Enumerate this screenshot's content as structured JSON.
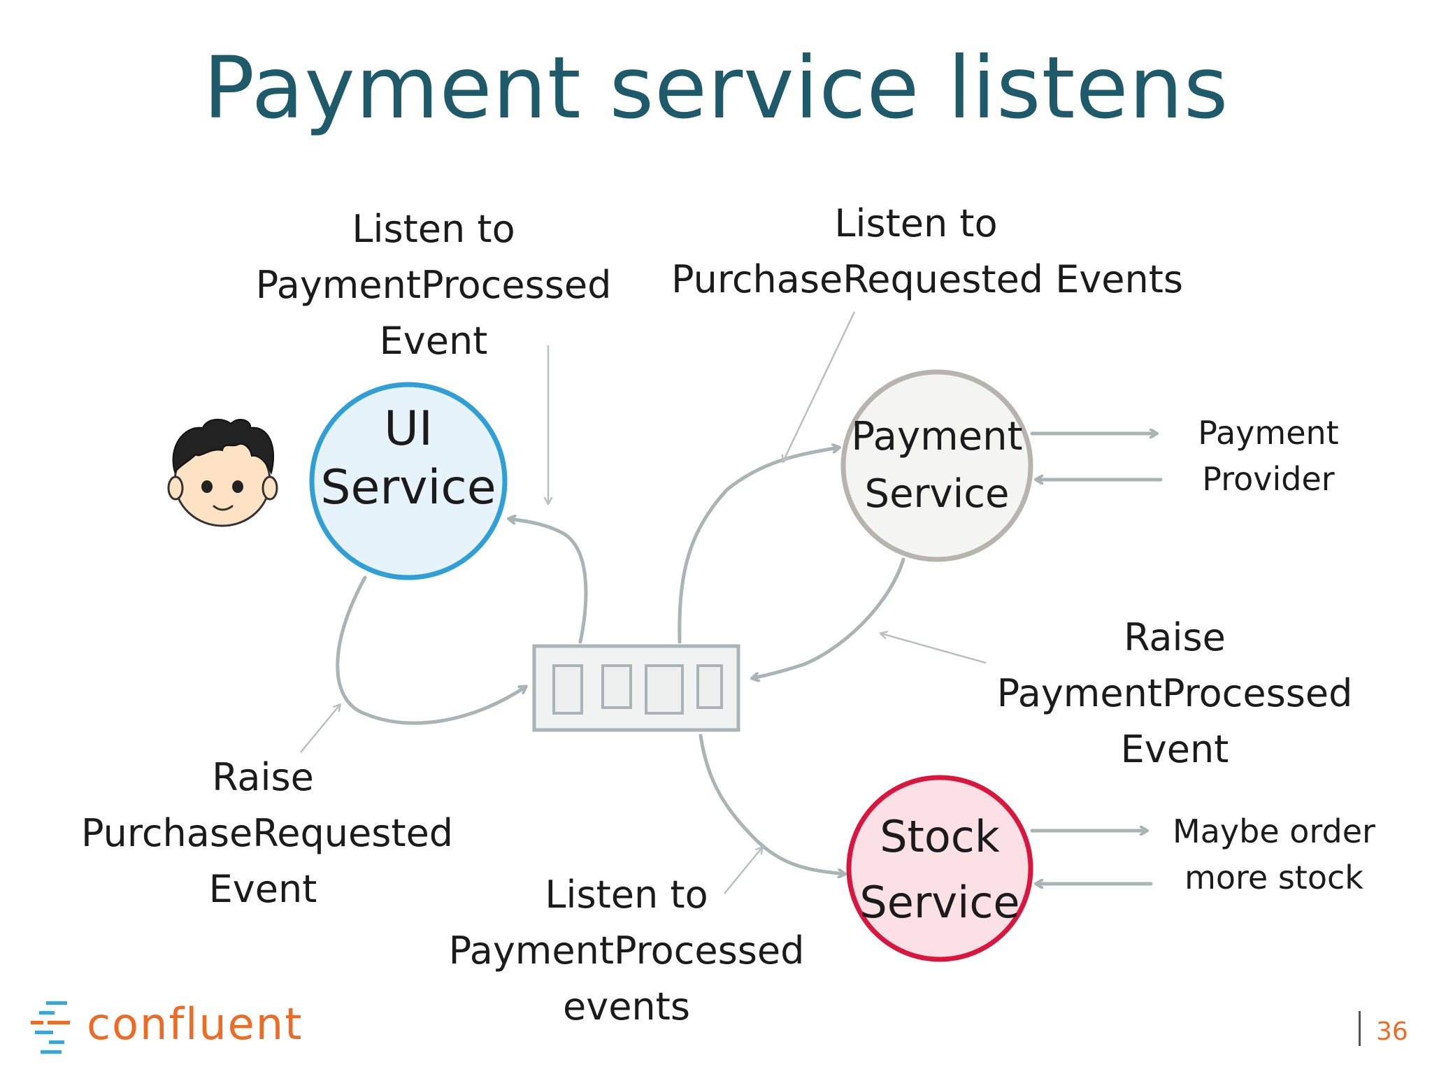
{
  "title": "Payment service listens",
  "nodes": {
    "ui_service": [
      "UI",
      "Service"
    ],
    "payment_service": [
      "Payment",
      "Service"
    ],
    "stock_service": [
      "Stock",
      "Service"
    ]
  },
  "annotations": {
    "listen_payment_processed_ui": [
      "Listen to",
      "PaymentProcessed",
      "Event"
    ],
    "listen_purchase_requested": [
      "Listen to",
      "PurchaseRequested Events"
    ],
    "raise_purchase_requested": [
      "Raise",
      "PurchaseRequested",
      "Event"
    ],
    "raise_payment_processed": [
      "Raise",
      "PaymentProcessed",
      "Event"
    ],
    "listen_payment_processed_stock": [
      "Listen to",
      "PaymentProcessed",
      "events"
    ],
    "payment_provider": [
      "Payment",
      "Provider"
    ],
    "maybe_order_stock": [
      "Maybe order",
      "more stock"
    ]
  },
  "footer": {
    "brand": "confluent",
    "page_number": "36"
  },
  "colors": {
    "title": "#1f5a6b",
    "ui_stroke": "#2f9fd6",
    "ui_fill": "#e6f3fb",
    "payment_stroke": "#b7b4ae",
    "payment_fill": "#f4f4f3",
    "stock_stroke": "#d9163e",
    "stock_fill": "#fbe1e5",
    "arrow": "#a9b4b5",
    "brand": "#ec6b25"
  }
}
